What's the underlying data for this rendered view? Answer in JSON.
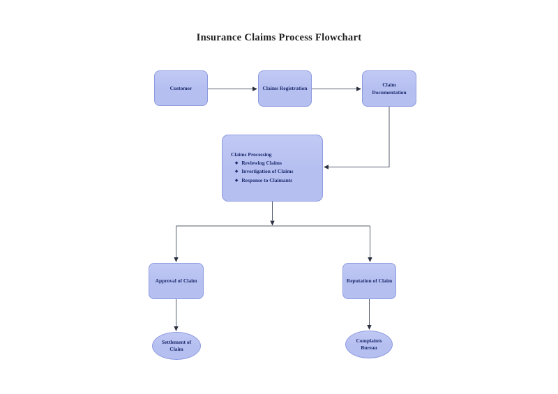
{
  "title": "Insurance Claims Process Flowchart",
  "colors": {
    "node_fill": "#b5bff0",
    "node_border": "#8e9be0",
    "node_text": "#1d2b6e",
    "connector": "#565d6e",
    "arrowhead": "#2b3040",
    "title_text": "#1f1f1f",
    "canvas_bg": "#ffffff"
  },
  "nodes": {
    "customer": {
      "label": "Customer"
    },
    "claims_registration": {
      "label": "Claims Registration"
    },
    "claim_documentation": {
      "label": "Claim Documentation"
    },
    "claims_processing": {
      "heading": "Claims Processing",
      "bullet_char": "◆",
      "bullets": [
        "Reviewing Claims",
        "Investigation of Claims",
        "Response to Claimants"
      ]
    },
    "approval": {
      "label": "Approval of Claim"
    },
    "reputation": {
      "label": "Reputation of Claim"
    },
    "settlement": {
      "label": "Settlement of Claim"
    },
    "complaints": {
      "label": "Complaints Bureau"
    }
  }
}
